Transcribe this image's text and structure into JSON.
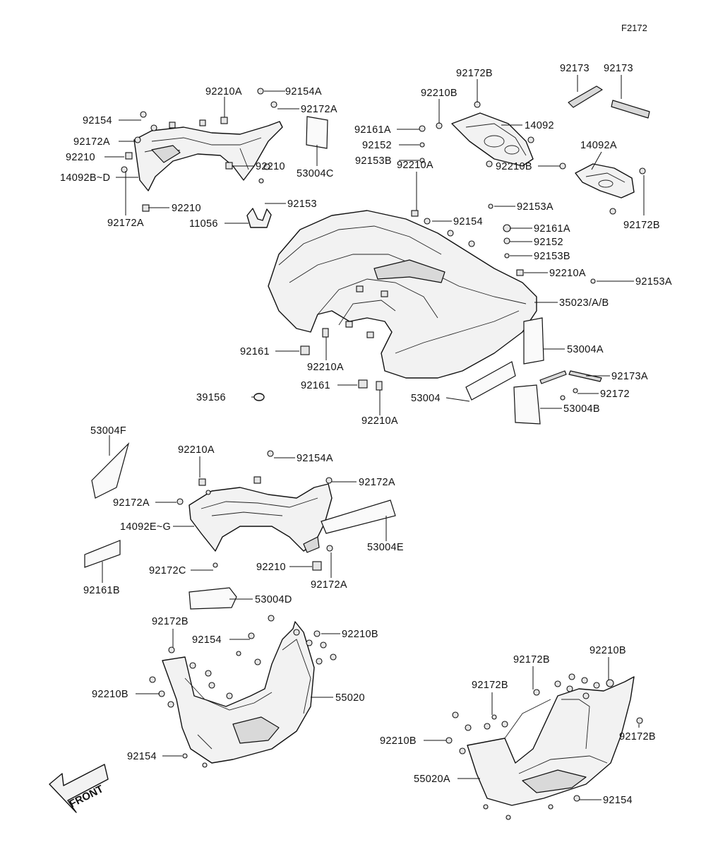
{
  "diagram": {
    "ref_code": "F2172",
    "front_label": "FRONT",
    "labels": {
      "l1": "92210A",
      "l2": "92154A",
      "l3": "92172A",
      "l4": "92154",
      "l5": "92172A",
      "l6": "92210",
      "l7": "14092B~D",
      "l8": "92172A",
      "l9": "92210",
      "l10": "92210",
      "l11": "53004C",
      "l12": "92153",
      "l13": "11056",
      "l14": "92172B",
      "l15": "92210B",
      "l16": "92161A",
      "l17": "92152",
      "l18": "92153B",
      "l19": "14092",
      "l20": "92173",
      "l21": "92173",
      "l22": "14092A",
      "l23": "92210B",
      "l24": "92172B",
      "l25": "92153A",
      "l26": "92210A",
      "l27": "92154",
      "l28": "92161A",
      "l29": "92152",
      "l30": "92153B",
      "l31": "92210A",
      "l32": "92153A",
      "l33": "35023/A/B",
      "l34": "53004A",
      "l35": "92161",
      "l36": "92210A",
      "l37": "92161",
      "l38": "92210A",
      "l39": "39156",
      "l40": "53004",
      "l41": "92173A",
      "l42": "92172",
      "l43": "53004B",
      "l44": "53004F",
      "l45": "92210A",
      "l46": "92154A",
      "l47": "92172A",
      "l48": "92172A",
      "l49": "14092E~G",
      "l50": "53004E",
      "l51": "92172C",
      "l52": "92210",
      "l53": "92172A",
      "l54": "92161B",
      "l55": "53004D",
      "l56": "92172B",
      "l57": "92154",
      "l58": "92210B",
      "l59": "92210B",
      "l60": "55020",
      "l61": "92154",
      "l62": "92210B",
      "l63": "92172B",
      "l64": "92172B",
      "l65": "92172B",
      "l66": "92210B",
      "l67": "55020A",
      "l68": "92154"
    }
  }
}
